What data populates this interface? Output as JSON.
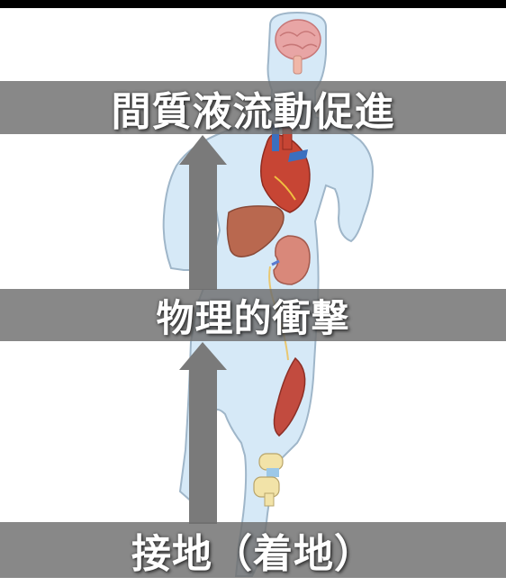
{
  "labels": {
    "top": "間質液流動促進",
    "middle": "物理的衝撃",
    "bottom": "接地（着地）"
  },
  "icons": {
    "body": "human-body-silhouette-icon",
    "brain": "brain-icon",
    "heart": "heart-icon",
    "liver": "liver-icon",
    "kidney": "kidney-icon",
    "muscle": "muscle-icon",
    "knee": "knee-joint-icon",
    "arrow": "up-arrow-icon"
  },
  "colors": {
    "band": "#6e6e6e",
    "body_fill": "#d6e9f7",
    "body_stroke": "#9fb6c9",
    "arrow": "#7a7a7a"
  }
}
